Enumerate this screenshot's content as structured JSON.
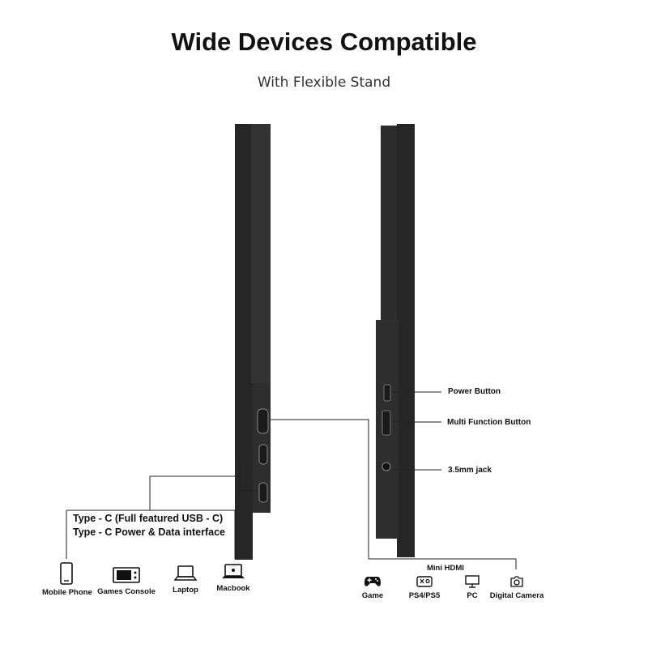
{
  "header": {
    "title": "Wide Devices Compatible",
    "subtitle": "With Flexible Stand"
  },
  "ports_left": {
    "line1": "Type - C (Full featured USB - C)",
    "line2": "Type - C Power & Data interface",
    "devices": [
      {
        "label": "Mobile Phone",
        "icon": "mobile-phone-icon"
      },
      {
        "label": "Games Console",
        "icon": "games-console-icon"
      },
      {
        "label": "Laptop",
        "icon": "laptop-icon"
      },
      {
        "label": "Macbook",
        "icon": "macbook-icon"
      }
    ]
  },
  "ports_right": {
    "power_button": "Power Button",
    "multi_function_button": "Multi Function Button",
    "jack": "3.5mm jack",
    "mini_hdmi": "Mini HDMI",
    "devices": [
      {
        "label": "Game",
        "icon": "gamepad-icon"
      },
      {
        "label": "PS4/PS5",
        "icon": "ps-console-icon"
      },
      {
        "label": "PC",
        "icon": "pc-monitor-icon"
      },
      {
        "label": "Digital Camera",
        "icon": "camera-icon"
      }
    ]
  },
  "colors": {
    "device_body": "#2a2a2a",
    "device_edge": "#3a3a3a",
    "line": "#222222"
  }
}
